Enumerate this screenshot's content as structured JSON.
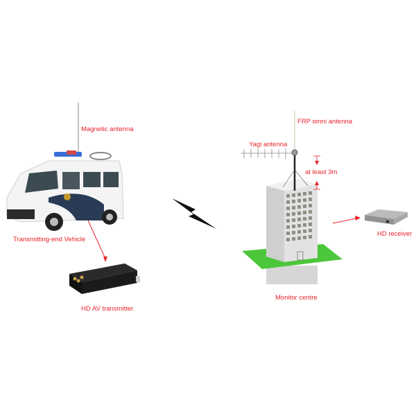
{
  "diagram": {
    "colors": {
      "label": "#e8222a",
      "ground": "#4cc63a",
      "building": "#d6d6d6",
      "window": "#8f8f86",
      "lightning": "#111111"
    },
    "transmit_side": {
      "magnetic_antenna": "Magnetic antenna",
      "vehicle": "Transmitting-end Vehicle",
      "transmitter": "HD AV transmitter"
    },
    "receive_side": {
      "omni_antenna": "FRP omni antenna",
      "yagi_antenna": "Yagi antenna",
      "height_note": "at least 3m",
      "monitor_centre": "Monitor centre",
      "receiver": "HD receiver"
    },
    "link_icon": "lightning-bolt-icon"
  }
}
